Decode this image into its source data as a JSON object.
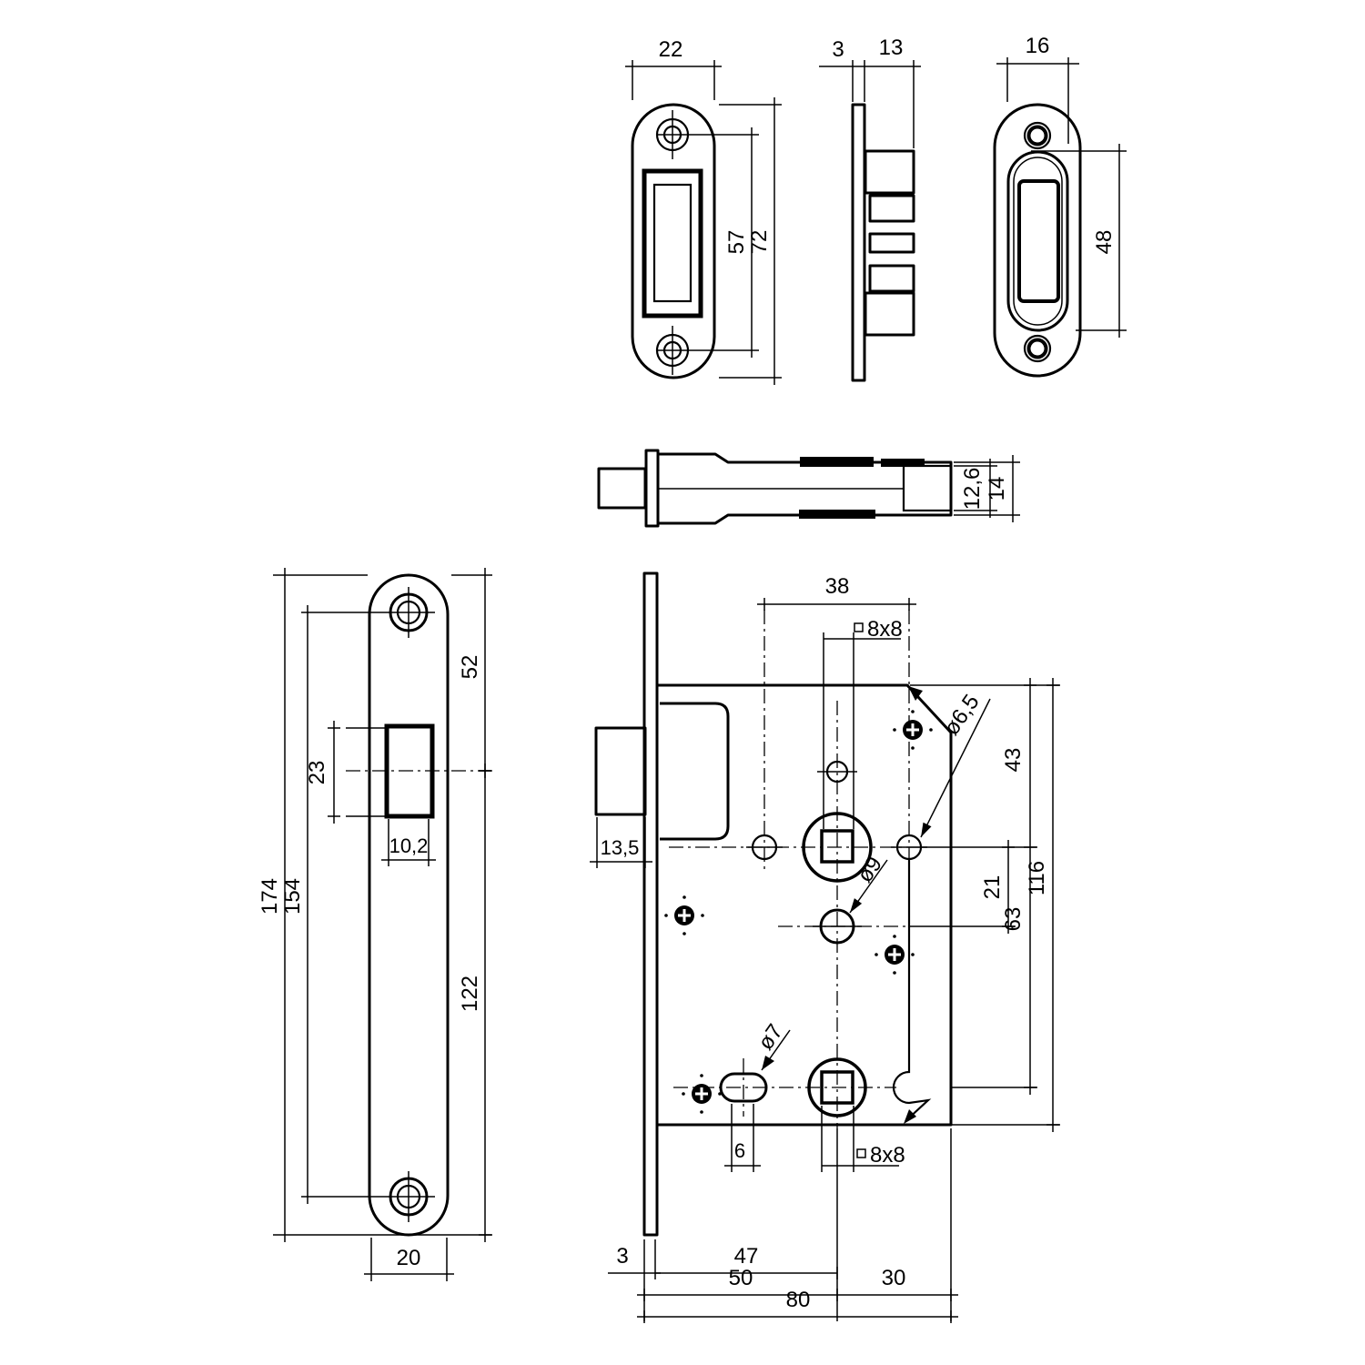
{
  "drawing_title": "Magnetic mortise lock technical drawing",
  "views": {
    "strike_front": {
      "dim_width": "22",
      "dim_hole_span": "57",
      "dim_height": "72"
    },
    "strike_side": {
      "dim_plate_thickness": "3",
      "dim_body_depth": "13"
    },
    "oval_plate": {
      "dim_width": "16",
      "dim_magnet_height": "48"
    },
    "bolt_side": {
      "dim_inner_height": "12,6",
      "dim_outer_height": "14"
    },
    "faceplate": {
      "dim_top_to_center": "52",
      "dim_cutout_height": "23",
      "dim_cutout_width": "10,2",
      "dim_total_height": "174",
      "dim_hole_span": "154",
      "dim_center_to_bottom": "122",
      "dim_width": "20"
    },
    "lock_case": {
      "dim_hole_span": "38",
      "square_top": "8x8",
      "dim_top_to_axis": "43",
      "dia_hole_1": "ø6,5",
      "dia_hole_2": "ø9",
      "dim_axis_gap": "21",
      "dim_case_height": "116",
      "dim_axis_span": "63",
      "dia_slot": "ø7",
      "dim_slot_width": "6",
      "square_bottom": "8x8",
      "dim_bolt_width": "13,5",
      "dim_plate_thickness": "3",
      "dim_backset_47": "47",
      "dim_backset_50": "50",
      "dim_edge_30": "30",
      "dim_case_width": "80"
    }
  },
  "colors": {
    "line": "#000000",
    "background": "#ffffff"
  }
}
